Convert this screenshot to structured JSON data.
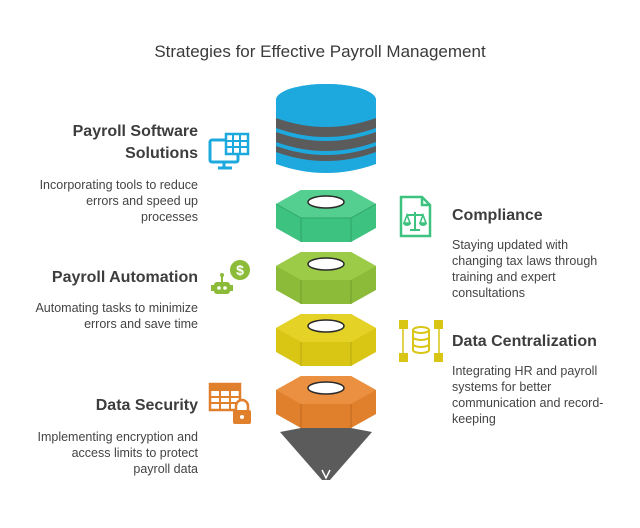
{
  "title": "Strategies for Effective Payroll Management",
  "colors": {
    "blue": "#1da8de",
    "green": "#3ec27f",
    "lime": "#8cbb3a",
    "yellow": "#d9c514",
    "orange": "#e07f2c",
    "gray": "#5b5b5b",
    "icon_blue": "#1da8de",
    "icon_green": "#3ec27f",
    "icon_lime": "#8cbb3a",
    "icon_yellow": "#d9c514",
    "icon_orange": "#e07f2c"
  },
  "strategies": {
    "software": {
      "title_line1": "Payroll Software",
      "title_line2": "Solutions",
      "desc_line1": "Incorporating tools to reduce",
      "desc_line2": "errors and speed up",
      "desc_line3": "processes",
      "icon": "computer-grid-icon"
    },
    "compliance": {
      "title": "Compliance",
      "desc_line1": "Staying updated with",
      "desc_line2": "changing tax laws through",
      "desc_line3": "training and expert",
      "desc_line4": "consultations",
      "icon": "document-scale-icon"
    },
    "automation": {
      "title": "Payroll Automation",
      "desc_line1": "Automating tasks to minimize",
      "desc_line2": "errors and save time",
      "icon": "robot-dollar-icon"
    },
    "centralization": {
      "title": "Data Centralization",
      "desc_line1": "Integrating HR and payroll",
      "desc_line2": "systems for better",
      "desc_line3": "communication and record-",
      "desc_line4": "keeping",
      "icon": "database-network-icon"
    },
    "security": {
      "title": "Data Security",
      "desc_line1": "Implementing encryption and",
      "desc_line2": "access limits to protect",
      "desc_line3": "payroll data",
      "icon": "table-lock-icon"
    }
  }
}
